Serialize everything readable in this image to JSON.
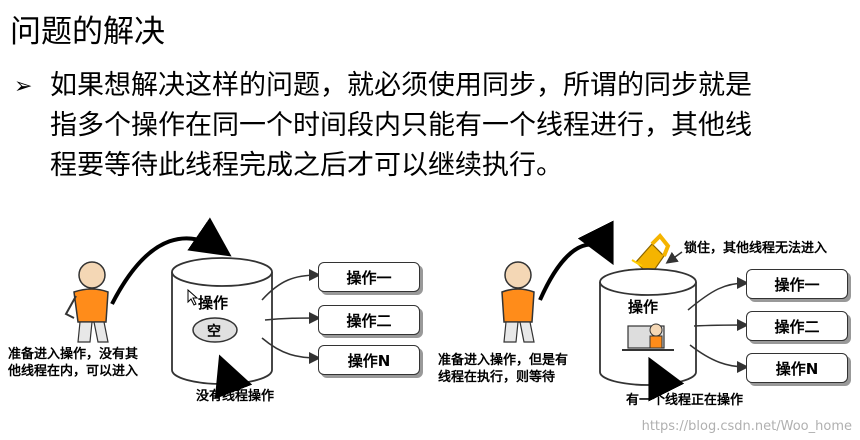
{
  "title": "问题的解决",
  "bullet": {
    "icon": "arrow-bullet-icon",
    "lines": [
      "如果想解决这样的问题，就必须使用同步，所谓的同步就是",
      "指多个操作在同一个时间段内只能有一个线程进行，其他线",
      "程要等待此线程完成之后才可以继续执行。"
    ]
  },
  "left_diagram": {
    "cylinder_label": "操作",
    "empty_label": "空",
    "ops": [
      "操作一",
      "操作二",
      "操作N"
    ],
    "person_caption": "准备进入操作，没有其\n他线程在内，可以进入",
    "bottom_caption": "没有线程操作"
  },
  "right_diagram": {
    "cylinder_label": "操作",
    "ops": [
      "操作一",
      "操作二",
      "操作N"
    ],
    "lock_caption": "锁住，其他线程无法进入",
    "person_caption": "准备进入操作，但是有\n线程在执行，则等待",
    "bottom_caption": "有一个线程正在操作"
  },
  "watermark": "https://blog.csdn.net/Woo_home",
  "colors": {
    "person_shirt": "#ff8c1a",
    "lock": "#f5b400",
    "skin": "#f4d7b5"
  }
}
